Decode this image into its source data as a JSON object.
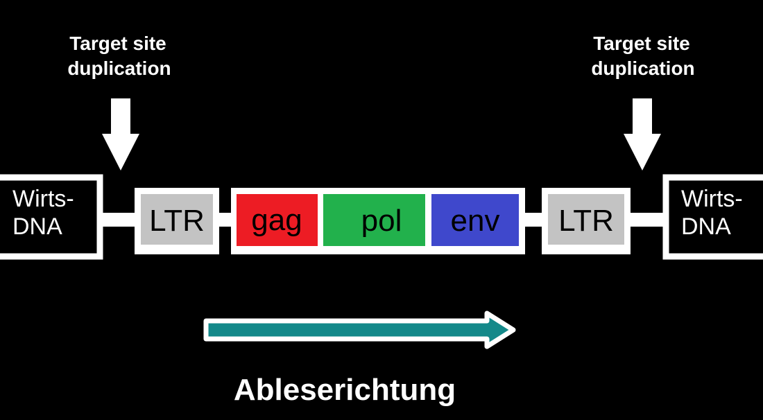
{
  "left_annotation": {
    "line1": "Target site",
    "line2": "duplication"
  },
  "right_annotation": {
    "line1": "Target site",
    "line2": "duplication"
  },
  "host_dna_left": {
    "line1": "Wirts-",
    "line2": "DNA"
  },
  "host_dna_right": {
    "line1": "Wirts-",
    "line2": "DNA"
  },
  "ltr_left": "LTR",
  "ltr_right": "LTR",
  "genes": [
    {
      "label": "gag",
      "color": "#ed1c24"
    },
    {
      "label": "pol",
      "color": "#22b14c"
    },
    {
      "label": "env",
      "color": "#3f48cc"
    }
  ],
  "ltr_color": "#c3c3c3",
  "direction_arrow_color": "#14898a",
  "direction_label": "Ableserichtung"
}
